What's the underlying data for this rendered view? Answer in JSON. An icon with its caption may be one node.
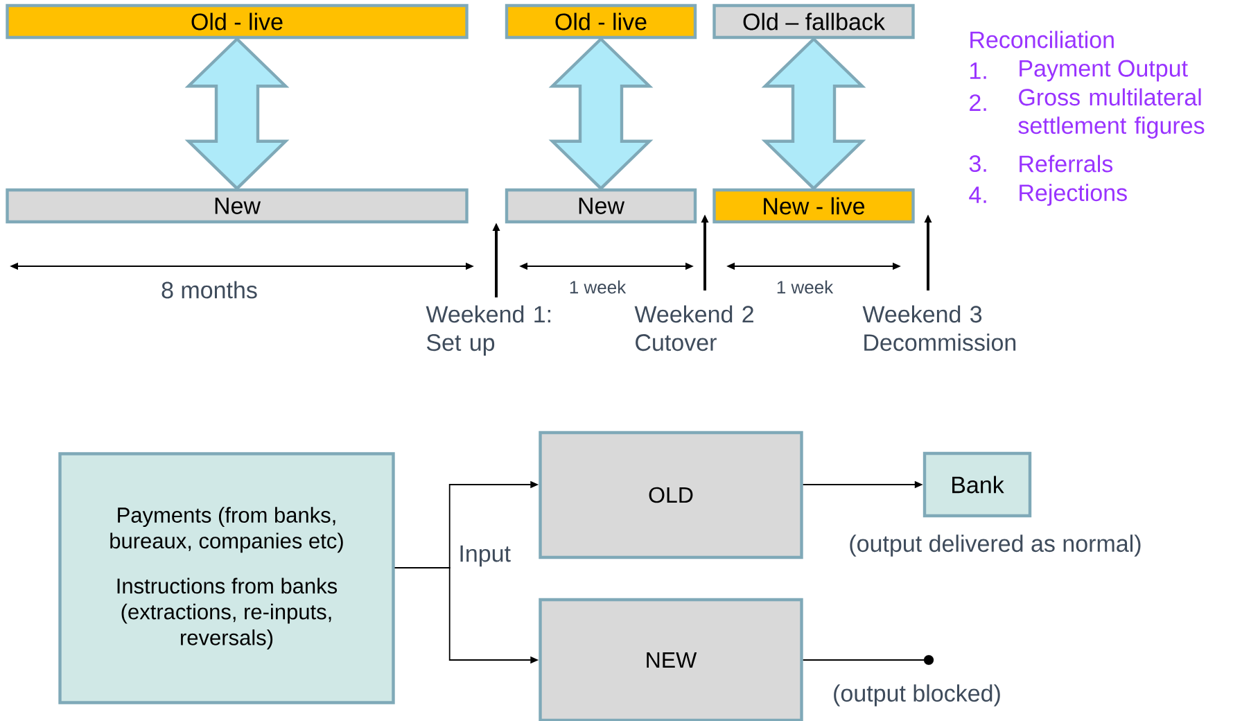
{
  "diagram": {
    "nodes": [
      {
        "text": [
          "Old - live"
        ]
      },
      {
        "text": [
          "New"
        ]
      },
      {
        "text": [
          "Old - live"
        ]
      },
      {
        "text": [
          "New"
        ]
      },
      {
        "text": [
          "Old – fallback"
        ]
      },
      {
        "text": [
          "New - live"
        ]
      },
      {
        "text": [
          "Payments (from banks, bureaux, companies etc)",
          "Instructions from banks (extractions, re-inputs, reversals)"
        ]
      },
      {
        "text": [
          "OLD"
        ]
      },
      {
        "text": [
          "NEW"
        ],
        "beside": [
          "(output blocked)"
        ]
      },
      {
        "text": [
          "Bank"
        ],
        "beside": [
          "(output delivered as normal)"
        ]
      },
      {
        "text": [],
        "shape": "circle"
      }
    ],
    "edges": [
      {
        "from": 0,
        "to": 1,
        "arrow": "both",
        "style": "thick"
      },
      {
        "from": 2,
        "to": 3,
        "arrow": "both",
        "style": "thick"
      },
      {
        "from": 4,
        "to": 5,
        "arrow": "both",
        "style": "thick"
      },
      {
        "from": 6,
        "to": 7,
        "arrow": "to",
        "label": "Input"
      },
      {
        "from": 6,
        "to": 8,
        "arrow": "to"
      },
      {
        "from": 7,
        "to": 9,
        "arrow": "to"
      },
      {
        "from": 8,
        "to": 10,
        "arrow": "none"
      }
    ],
    "labels": [
      "Reconciliation",
      "1.",
      "Payment Output",
      "2.",
      "Gross multilateral settlement figures",
      "3.",
      "Referrals",
      "4.",
      "Rejections",
      "8 months",
      "1 week",
      "1 week",
      "Weekend 1: Set up",
      "Weekend 2 Cutover",
      "Weekend 3 Decommission"
    ]
  }
}
